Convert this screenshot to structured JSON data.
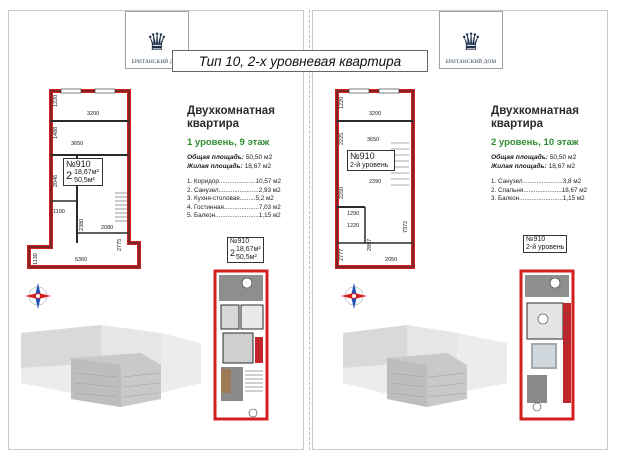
{
  "brand": {
    "name": "БРИТАНСКИЙ ДОМ",
    "icon": "crown-icon"
  },
  "banner": "Тип 10, 2-х уровневая квартира",
  "colors": {
    "wall_red": "#d22020",
    "wall_dark": "#2a2a2a",
    "level_green": "#2e8b2e"
  },
  "left": {
    "title_line1": "Двухкомнатная",
    "title_line2": "квартира",
    "level": "1 уровень, 9 этаж",
    "total_area_label": "Общая площадь:",
    "total_area_value": "50,50 м2",
    "living_area_label": "Жилая площадь:",
    "living_area_value": "18,67 м2",
    "rooms": [
      "1. Коридор.....................10,57 м2",
      "2. Санузел.......................2,93 м2",
      "3. Кухня-столовая.........5,2 м2",
      "4. Гостинная....................7,03 м2",
      "5. Балкон.........................1,15 м2"
    ],
    "plan_tag_no": "№910",
    "plan_tag_level": "2",
    "plan_tag_area1": "18,67м²",
    "plan_tag_area2": "50,5м²",
    "mini_tag_no": "№910",
    "mini_tag_level": "2",
    "mini_tag_area1": "18,67м²",
    "mini_tag_area2": "50,5м²",
    "dims": [
      "3200",
      "1220",
      "1488",
      "3650",
      "2046",
      "1190",
      "2380",
      "2080",
      "2775",
      "5360",
      "1130"
    ]
  },
  "right": {
    "title_line1": "Двухкомнатная",
    "title_line2": "квартира",
    "level": "2 уровень, 10 этаж",
    "total_area_label": "Общая площадь:",
    "total_area_value": "50,50 м2",
    "living_area_label": "Жилая площадь:",
    "living_area_value": "18,67 м2",
    "rooms": [
      "1. Санузел.......................3,8 м2",
      "2. Спальня......................18,67 м2",
      "3. Балкон.........................1,15 м2"
    ],
    "plan_tag_no": "№910",
    "plan_tag_level": "2-й уровень",
    "mini_tag_no": "№910",
    "mini_tag_level": "2-й уровень",
    "dims": [
      "3200",
      "1220",
      "2225",
      "3650",
      "2390",
      "2250",
      "1290",
      "1220",
      "7372",
      "2777",
      "2897",
      "2050"
    ]
  }
}
